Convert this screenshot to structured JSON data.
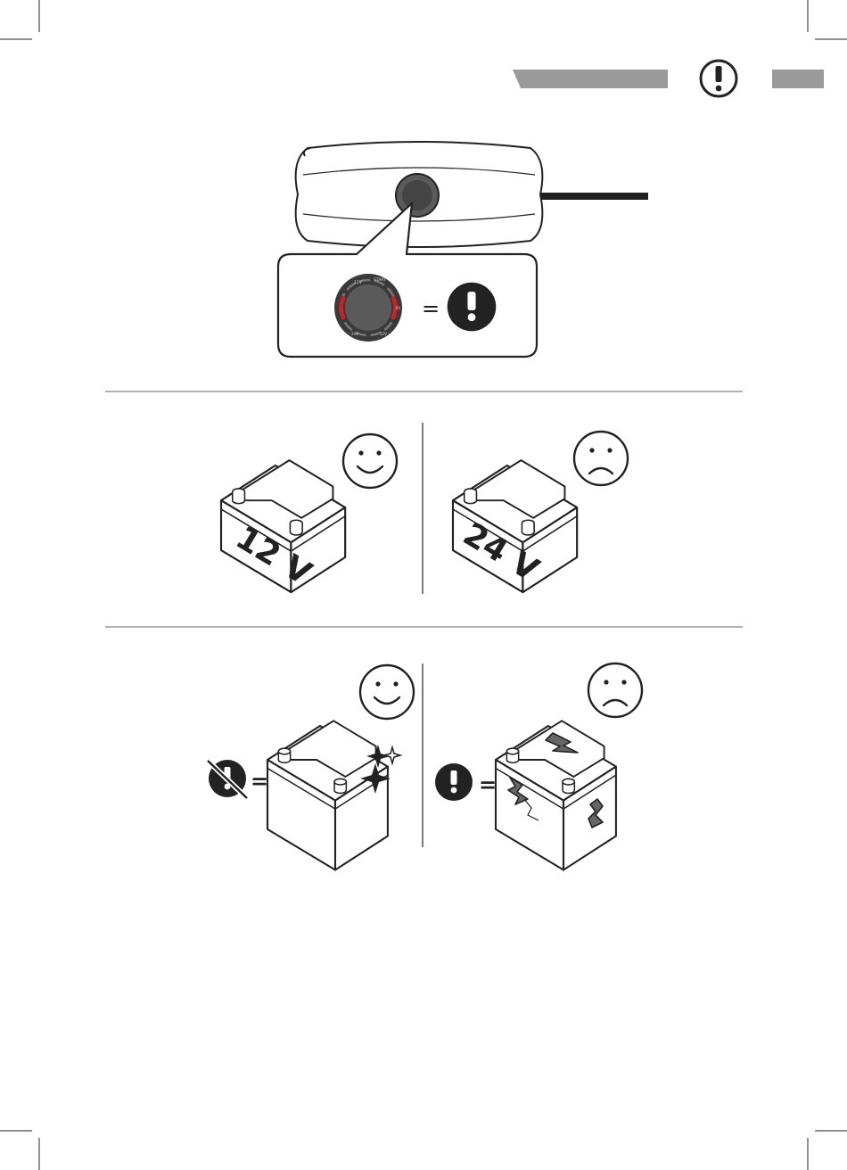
{
  "colors": {
    "ink": "#222222",
    "header_bar": "#9a9a9a",
    "knob_body": "#5a5a5a",
    "knob_ring": "#3a3a3a",
    "led_active": "#d42020",
    "divider": "#999999"
  },
  "header": {
    "icon": "exclamation-circle-icon"
  },
  "knob": {
    "labels": [
      "12V",
      "START",
      "6V",
      "24V",
      "12V"
    ],
    "active_indicator": "error-led"
  },
  "section1": {
    "good": {
      "voltage": "12 V",
      "mood": "smiley-happy-icon"
    },
    "bad": {
      "voltage": "24 V",
      "mood": "smiley-sad-icon"
    }
  },
  "section2": {
    "good": {
      "equals": "=",
      "mood": "smiley-happy-icon",
      "state": "clean-battery"
    },
    "bad": {
      "equals": "=",
      "mood": "smiley-sad-icon",
      "state": "damaged-battery"
    }
  },
  "callout": {
    "equals": "="
  }
}
